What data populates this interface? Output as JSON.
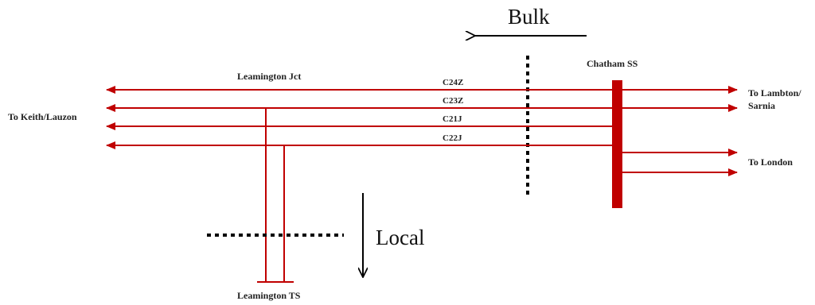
{
  "labels": {
    "bulk": "Bulk",
    "local": "Local",
    "chatham": "Chatham SS",
    "leamington_jct": "Leamington Jct",
    "leamington_ts": "Leamington TS",
    "keith": "To Keith/Lauzon",
    "lambton_1": "To Lambton/",
    "lambton_2": "Sarnia",
    "london": "To London"
  },
  "lines": [
    "C24Z",
    "C23Z",
    "C21J",
    "C22J"
  ],
  "colors": {
    "line": "#c00000",
    "boundary": "#000000"
  }
}
